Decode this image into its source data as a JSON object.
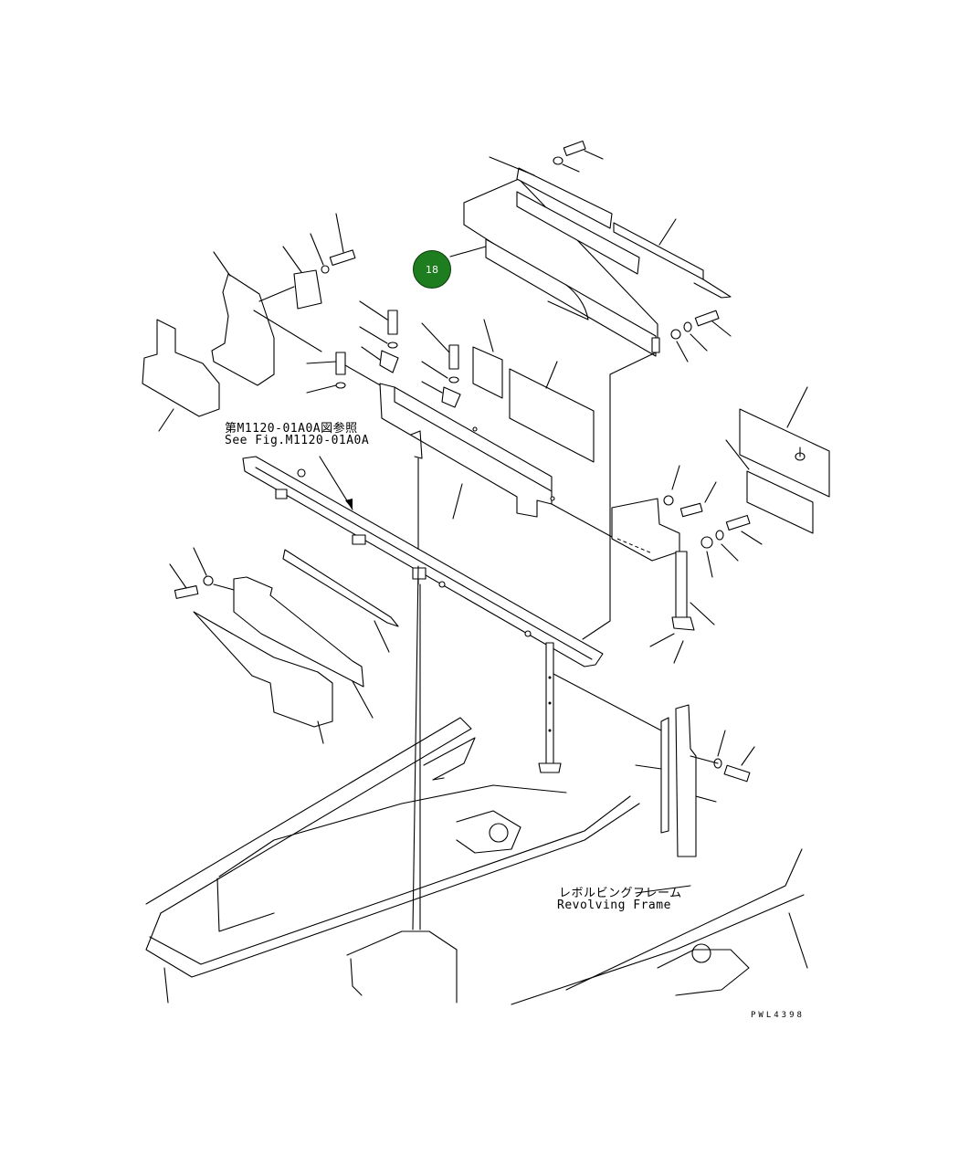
{
  "diagram": {
    "see_figure": {
      "jp": "第M1120-01A0A図参照",
      "en": "See Fig.M1120-01A0A"
    },
    "revolving_frame": {
      "jp": "レボルビングフレーム",
      "en": "Revolving Frame"
    },
    "drawing_code": "PWL4398",
    "callout": {
      "number": "18",
      "color": "#1e7d1e"
    }
  }
}
